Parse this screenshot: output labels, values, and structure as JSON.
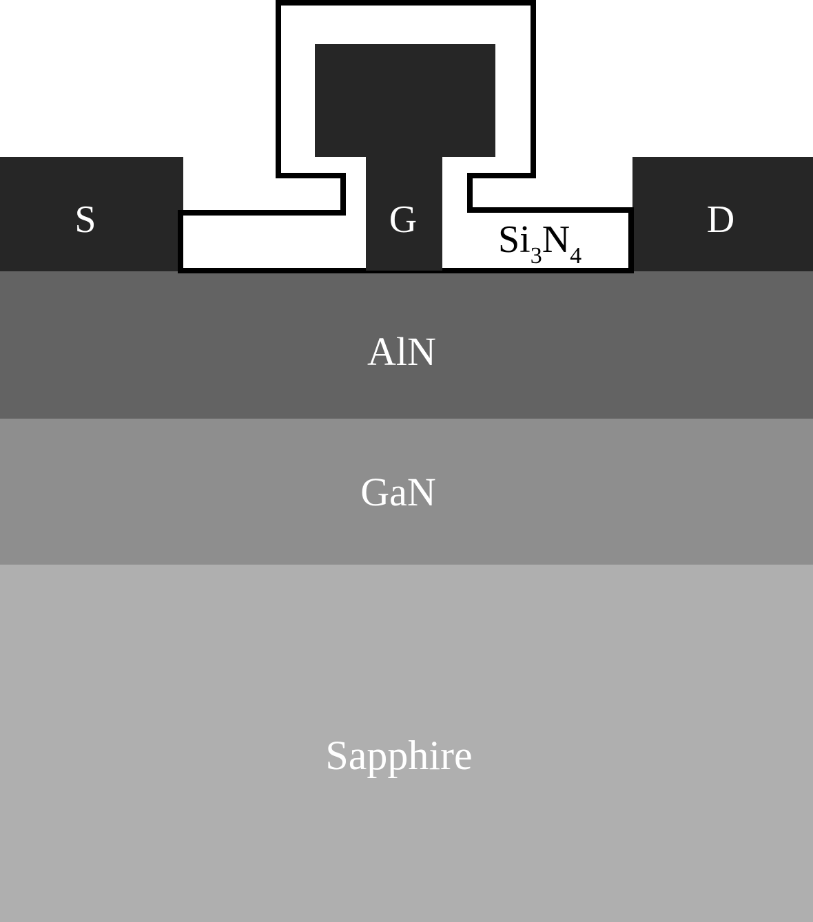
{
  "labels": {
    "source": "S",
    "gate": "G",
    "drain": "D",
    "passivation_base_1": "Si",
    "passivation_sub_1": "3",
    "passivation_base_2": "N",
    "passivation_sub_2": "4",
    "barrier": "AlN",
    "channel": "GaN",
    "substrate": "Sapphire"
  },
  "colors": {
    "contact": "#262626",
    "gate_metal": "#262626",
    "passivation_fill": "#ffffff",
    "passivation_outline": "#000000",
    "barrier": "#636363",
    "channel": "#8e8e8e",
    "substrate": "#afafaf",
    "label_light": "#ffffff",
    "label_dark": "#000000"
  }
}
